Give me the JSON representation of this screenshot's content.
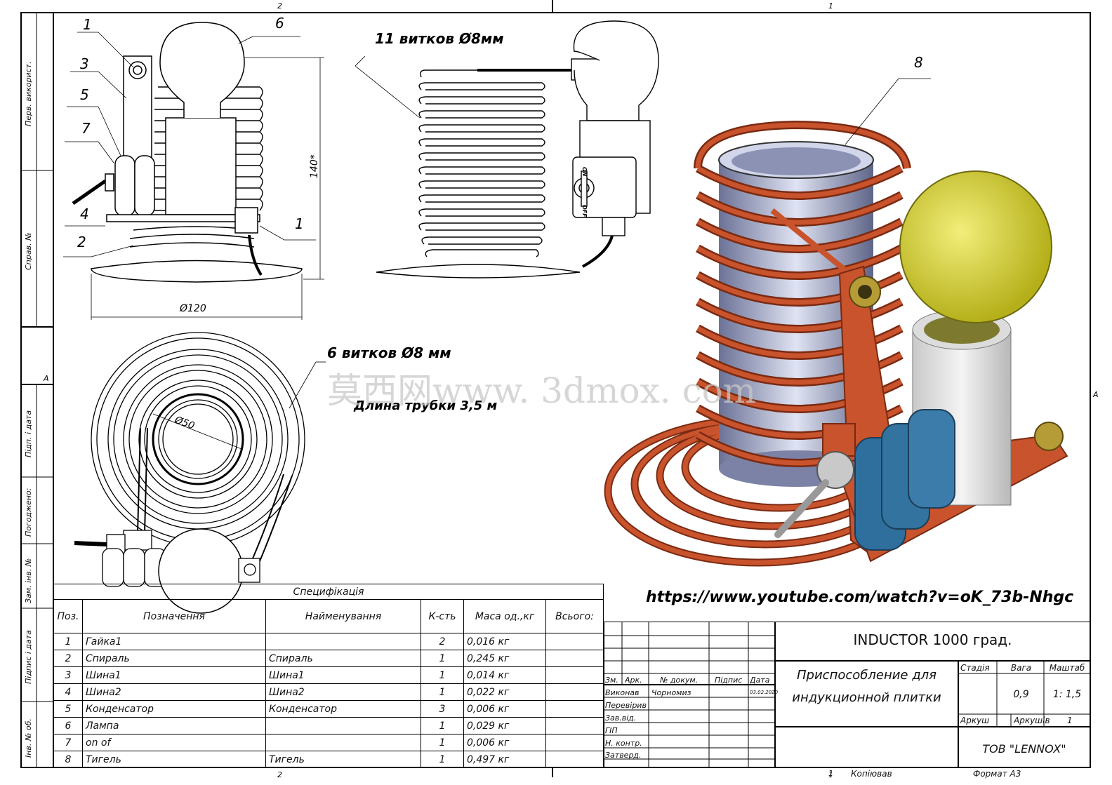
{
  "frame": {
    "zone_top_left": "2",
    "zone_top_right": "1",
    "zone_bottom_left": "2",
    "zone_bottom_right": "1",
    "zone_left": "A",
    "zone_right": "A"
  },
  "side_strip": {
    "perv_vykoryst": "Перв. використ.",
    "sprav_no": "Справ. №",
    "pidp_data_1": "Підп. і дата",
    "pogodzheno": "Погоджено:",
    "zam_inv_no": "Зам. інв. №",
    "pidpys_data": "Підпис і дата",
    "inv_no_ob": "Інв. № об."
  },
  "views": {
    "front_callouts": [
      "1",
      "3",
      "5",
      "7",
      "4",
      "2",
      "6",
      "1"
    ],
    "front_height_dim": "140*",
    "front_width_dim": "Ø120",
    "side_note": "11 витков Ø8мм",
    "switch_on": "ON",
    "switch_off": "OFF",
    "top_note": "6 витков Ø8 мм",
    "top_inner_dim": "Ø50",
    "tube_length": "Длина трубки 3,5 м",
    "iso_callout": "8"
  },
  "watermark": "莫西网www. 3dmox. com",
  "url": "https://www.youtube.com/watch?v=oK_73b-Nhgc",
  "spec": {
    "title": "Специфікація",
    "headers": [
      "Поз.",
      "Позначення",
      "Найменування",
      "К-сть",
      "Маса од.,кг",
      "Всього:"
    ],
    "rows": [
      [
        "1",
        "Гайка1",
        "",
        "2",
        "0,016 кг",
        ""
      ],
      [
        "2",
        "Спираль",
        "Спираль",
        "1",
        "0,245 кг",
        ""
      ],
      [
        "3",
        "Шина1",
        "Шина1",
        "1",
        "0,014 кг",
        ""
      ],
      [
        "4",
        "Шина2",
        "Шина2",
        "1",
        "0,022 кг",
        ""
      ],
      [
        "5",
        "Конденсатор",
        "Конденсатор",
        "3",
        "0,006 кг",
        ""
      ],
      [
        "6",
        "Лампа",
        "",
        "1",
        "0,029 кг",
        ""
      ],
      [
        "7",
        "on of",
        "",
        "1",
        "0,006 кг",
        ""
      ],
      [
        "8",
        "Тигель",
        "Тигель",
        "1",
        "0,497 кг",
        ""
      ]
    ]
  },
  "title_block": {
    "doc_title": "INDUCTOR 1000 град.",
    "name_line1": "Приспособление для",
    "name_line2": "индукционной плитки",
    "col_zm": "Зм.",
    "col_ark": "Арк.",
    "col_doc": "№ докум.",
    "col_pidpys": "Підпис",
    "col_data": "Дата",
    "row_vykonav": "Виконав",
    "row_pereviryv": "Перевірив",
    "row_zav": "Зав.від.",
    "row_gip": "ГІП",
    "row_nkontr": "Н. контр.",
    "row_zatverd": "Затверд.",
    "author": "Чорномиз",
    "date": "03.02.2020",
    "stadia": "Стадія",
    "vaga": "Вага",
    "mashtab": "Маштаб",
    "vaga_value": "0,9",
    "mashtab_value": "1: 1,5",
    "arkush": "Аркуш",
    "arkushiv": "Аркушів",
    "arkushiv_value": "1",
    "company": "ТОВ \"LENNOX\""
  },
  "footer": {
    "kopiyuvav": "Копіював",
    "format": "Формат А3",
    "sheet": "1"
  },
  "colors": {
    "copper": "#c8532c",
    "copper_dark": "#7a2a12",
    "lamp": "#d4cf2a",
    "capacitor": "#2f6f9e",
    "crucible": "#9aa3c4"
  }
}
